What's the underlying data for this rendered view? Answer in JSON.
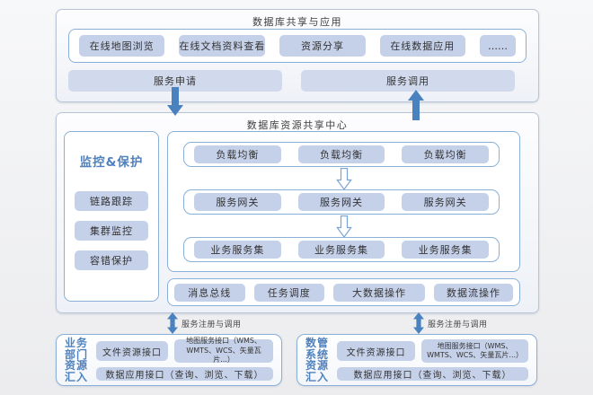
{
  "colors": {
    "accent_blue": "#4f81bd",
    "pill_fill": "#c5d0e9",
    "pill_fill_light": "#d1daed",
    "panel_border": "#8ab0d8",
    "outer_box_border": "#b9c5d6",
    "solid_arrow": "#4a82c0",
    "hollow_arrow_stroke": "#7aa3d4",
    "text": "#333333"
  },
  "top_layer": {
    "title": "数据库共享与应用",
    "apps": [
      "在线地图浏览",
      "在线文档资料查看",
      "资源分享",
      "在线数据应用",
      "……"
    ],
    "service_request": "服务申请",
    "service_invoke": "服务调用"
  },
  "center_layer": {
    "title": "数据库资源共享中心",
    "monitor_panel": {
      "title": "监控&保护",
      "items": [
        "链路跟踪",
        "集群监控",
        "容错保护"
      ]
    },
    "service_rows": [
      {
        "items": [
          "负载均衡",
          "负载均衡",
          "负载均衡"
        ]
      },
      {
        "items": [
          "服务网关",
          "服务网关",
          "服务网关"
        ]
      },
      {
        "items": [
          "业务服务集",
          "业务服务集",
          "业务服务集"
        ]
      }
    ],
    "bus_row": [
      "消息总线",
      "任务调度",
      "大数据操作",
      "数据流操作"
    ]
  },
  "register_label": "服务注册与调用",
  "bottom_layers": [
    {
      "vertical_label": [
        "业务",
        "部门",
        "资源",
        "汇入"
      ],
      "file_interface": "文件资源接口",
      "map_interface": "地图服务接口（WMS、WMTS、WCS、矢量瓦片...）",
      "data_interface": "数据应用接口（查询、浏览、下载）"
    },
    {
      "vertical_label": [
        "数管",
        "系统",
        "资源",
        "汇入"
      ],
      "file_interface": "文件资源接口",
      "map_interface": "地图服务接口（WMS、WMTS、WCS、矢量瓦片...）",
      "data_interface": "数据应用接口（查询、浏览、下载）"
    }
  ]
}
